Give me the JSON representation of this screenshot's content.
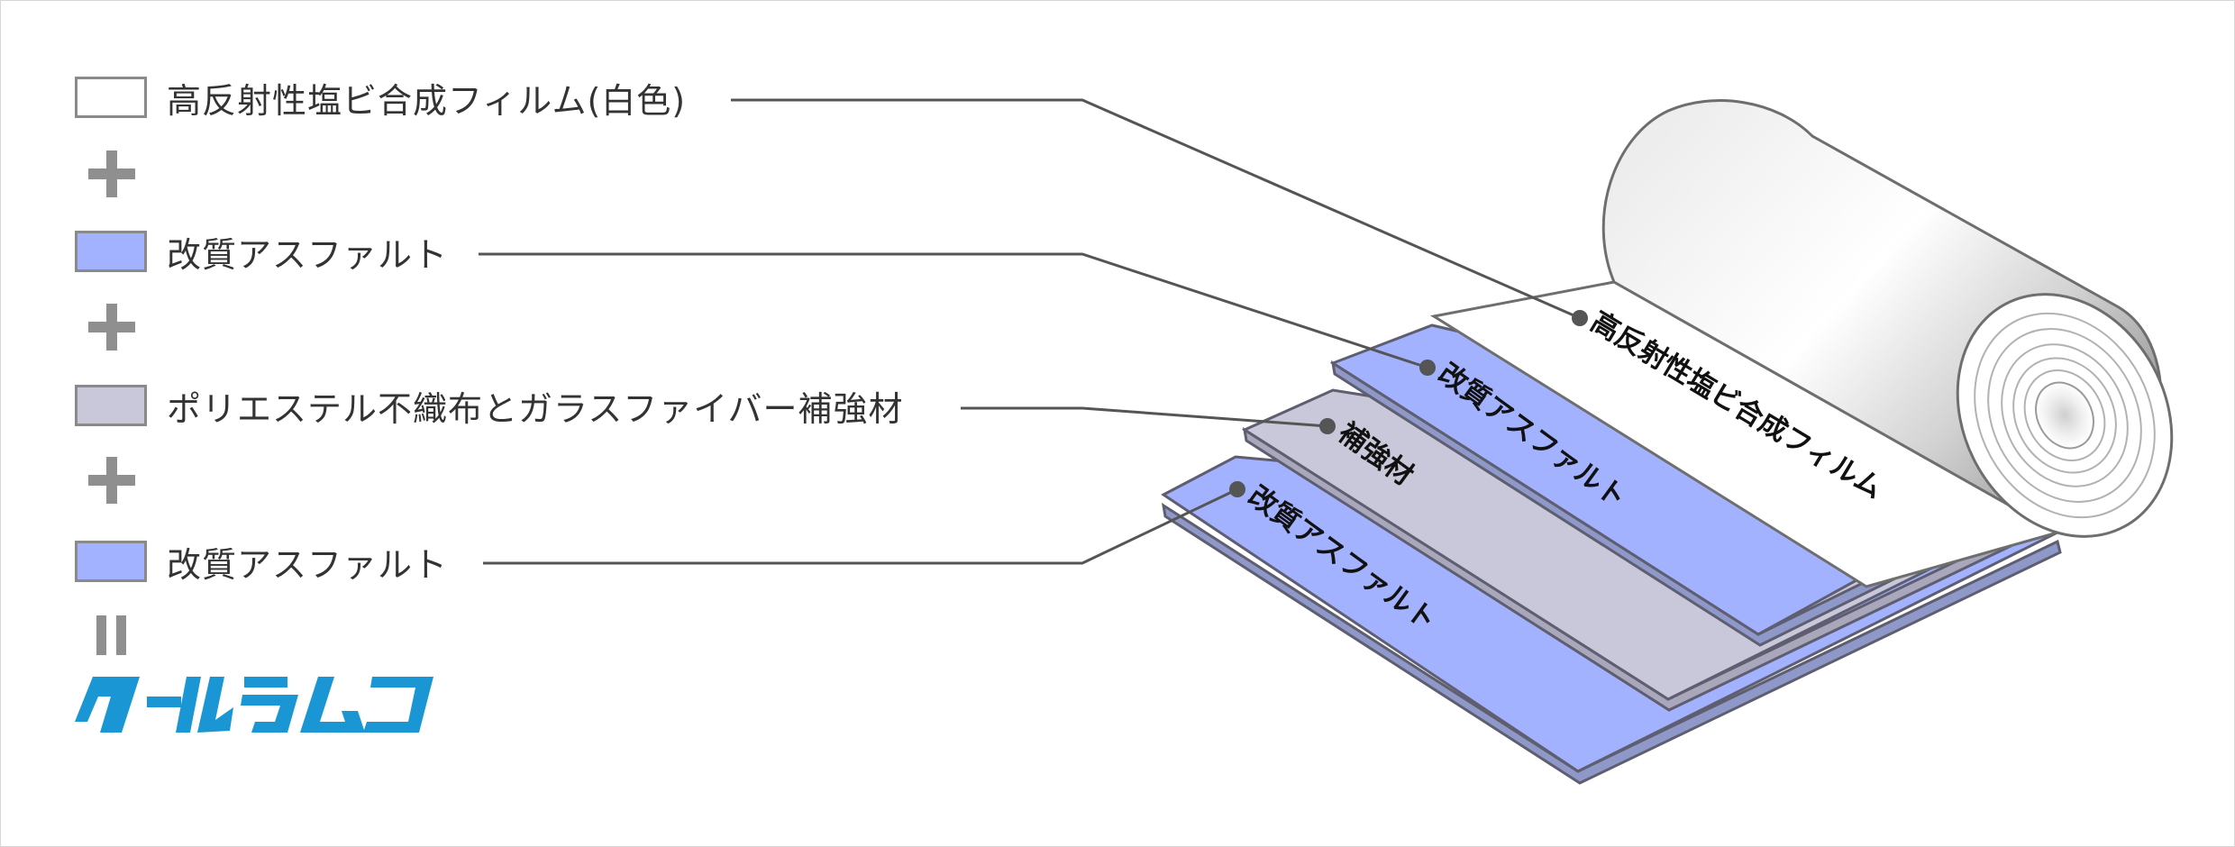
{
  "legend": {
    "items": [
      {
        "label": "高反射性塩ビ合成フィルム(白色)",
        "color": "#ffffff"
      },
      {
        "label": "改質アスファルト",
        "color": "#a3b2ff"
      },
      {
        "label": "ポリエステル不織布とガラスファイバー補強材",
        "color": "#c9c8da"
      },
      {
        "label": "改質アスファルト",
        "color": "#a3b2ff"
      }
    ],
    "operators": [
      "plus",
      "plus",
      "plus",
      "equals"
    ]
  },
  "product": {
    "name": "クールラムコ",
    "color": "#1a96d4"
  },
  "layers": {
    "film": "高反射性塩ビ合成フィルム",
    "asphalt_top": "改質アスファルト",
    "reinforcement": "補強材",
    "asphalt_bottom": "改質アスファルト"
  },
  "colors": {
    "film": "#ffffff",
    "asphalt": "#a3b2ff",
    "reinforcement": "#c9c8da",
    "outline": "#6e6e6e",
    "leader_line": "#555555"
  }
}
